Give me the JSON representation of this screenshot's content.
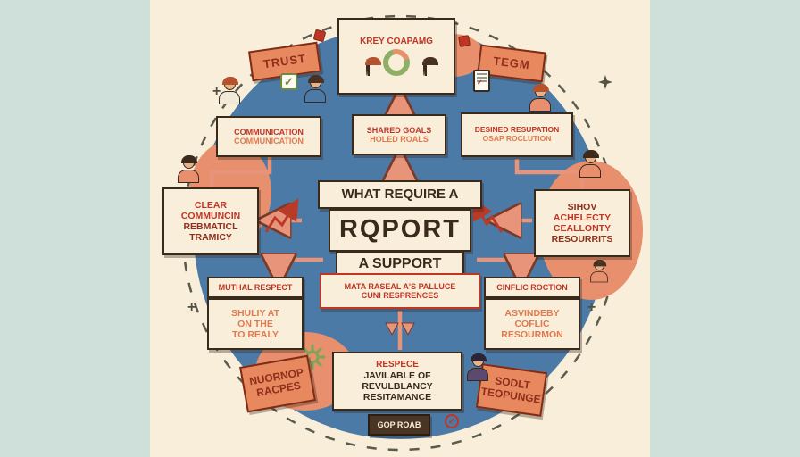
{
  "colors": {
    "background_outer": "#cfe0db",
    "background_inner": "#f8eeda",
    "circle_fill": "#4c7aa6",
    "blob_salmon": "#e8906e",
    "box_background": "#f8eeda",
    "box_border": "#3a2a1c",
    "accent_red": "#c03524",
    "connector_salmon": "#e8947a",
    "tilted_box_background": "#e8885f",
    "dark_box_background": "#4a3423"
  },
  "icons": {
    "check": "✓",
    "plus": "+"
  },
  "boxes": {
    "key": {
      "title": "KREY COAPAMG"
    },
    "trust": {
      "label": "TRUST"
    },
    "team": {
      "label": "TEGM"
    },
    "communication": {
      "line1": "COMMUNICATION",
      "line2": "COMMUNICATION"
    },
    "shared_goals": {
      "line1": "SHARED GOALS",
      "line2": "HOLED ROALS"
    },
    "desined": {
      "line1": "DESINED RESUPATION",
      "line2": "OSAP ROCLUTION"
    },
    "center": {
      "top": "WHAT REQUIRE A",
      "main": "RQPORT",
      "bottom": "A SUPPORT"
    },
    "clear": {
      "line1": "CLEAR",
      "line2": "COMMUNCIN",
      "line3": "REBMATICL",
      "line4": "TRAMICY"
    },
    "sihov": {
      "line1": "SIHOV",
      "line2": "ACHELECTY",
      "line3": "CEALLONTY",
      "line4": "RESOURRITS"
    },
    "muthal": {
      "header": "MUTHAL RESPECT",
      "line1": "SHULIY AT",
      "line2": "ON THE",
      "line3": "TO REALY"
    },
    "mata": {
      "line1": "MATA RASEAL A'S PALLUCE",
      "line2": "CUNI RESPRENCES"
    },
    "cinflic": {
      "header": "CINFLIC ROCTION",
      "line1": "ASVINDEBY",
      "line2": "COFLIC",
      "line3": "RESOURMON"
    },
    "respece": {
      "line1": "RESPECE",
      "line2": "JAVILABLE OF",
      "line3": "REVULBLANCY",
      "line4": "RESITAMANCE"
    },
    "nuornop": {
      "line1": "NUORNOP",
      "line2": "RACPES"
    },
    "sodlt": {
      "line1": "SODLT",
      "line2": "TEOPUNGE"
    },
    "gop": {
      "label": "GOP ROAB"
    }
  }
}
